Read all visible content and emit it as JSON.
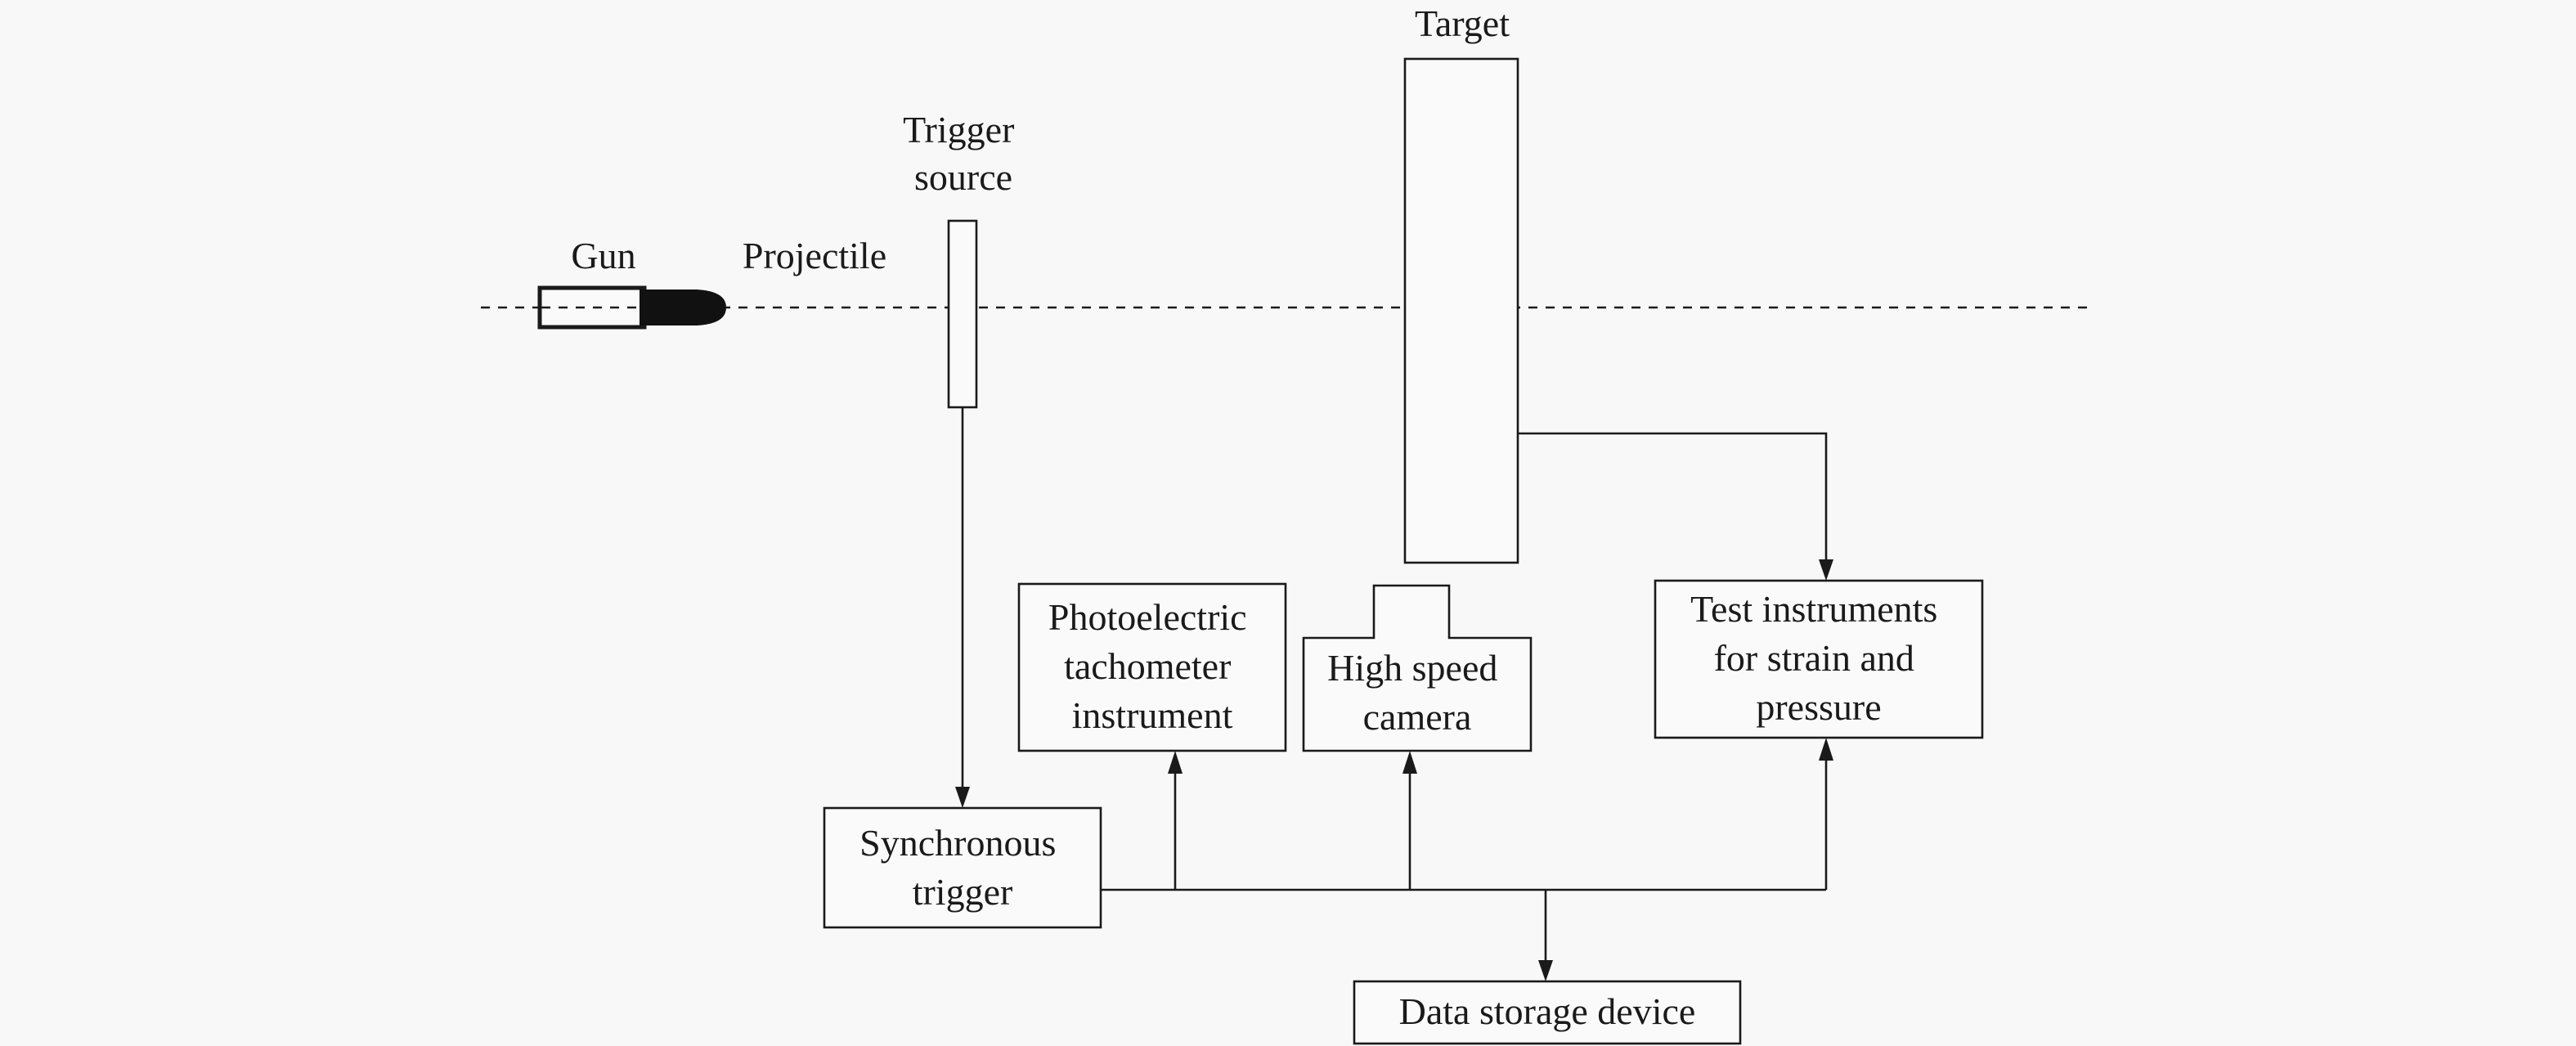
{
  "labels": {
    "target": "Target",
    "trigger_source": [
      "Trigger",
      "source"
    ],
    "gun": "Gun",
    "projectile": "Projectile",
    "photoelectric": [
      "Photoelectric",
      "tachometer",
      "instrument"
    ],
    "camera": [
      "High speed",
      "camera"
    ],
    "test_instruments": [
      "Test instruments",
      "for strain and",
      "pressure"
    ],
    "sync_trigger": [
      "Synchronous",
      "trigger"
    ],
    "data_storage": "Data storage device"
  }
}
